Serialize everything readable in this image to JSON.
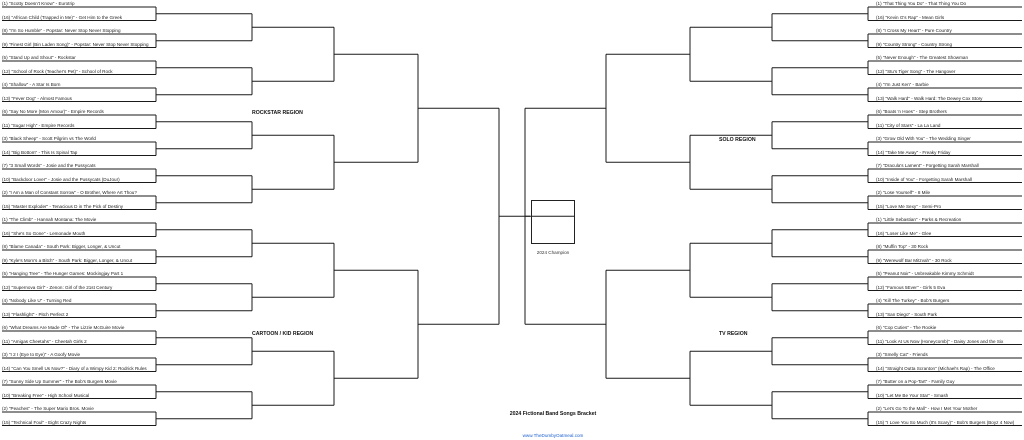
{
  "title": "2024 Fictional Band Songs Bracket",
  "website": "www.TheDumbyOatmeal.com",
  "champion_label": "2024 Champion",
  "regions": {
    "top_left": "ROCKSTAR REGION",
    "top_right": "SOLO REGION",
    "bottom_left": "CARTOON / KID REGION",
    "bottom_right": "TV REGION"
  },
  "left_teams": [
    "(1) \"Scotty Doesn't Know\" - Eurotrip",
    "(16) \"African Child (Trapped in Me)\" - Get Him to the Greek",
    "(8) \"I'm So Humble\" - Popstar: Never Stop Never Stopping",
    "(9) \"Finest Girl (Bin Laden Song)\" - Popstar: Never Stop Never Stopping",
    "(5) \"Stand Up and Shout\" - Rockstar",
    "(12) \"School of Rock (Teacher's Pet)\" - School of Rock",
    "(4) \"Shallow\" - A Star Is Born",
    "(13) \"Fever Dog\" - Almost Famous",
    "(6) \"Say No More (Mon Amour)\" - Empire Records",
    "(11) \"Sugar High\" - Empire Records",
    "(3) \"Black Sheep\" - Scott Pilgrim vs The World",
    "(14) \"Big Bottom\" - This Is Spinal Tap",
    "(7) \"3 Small Words\" - Josie and the Pussycats",
    "(10) \"Backdoor Lover\" - Josie and the Pussycats (DuJour)",
    "(2) \"I Am a Man of Constant Sorrow\" - O Brother, Where Art Thou?",
    "(15) \"Master Exploder\" - Tenacious D in The Pick of Destiny",
    "(1) \"The Climb\" - Hannah Montana: The Movie",
    "(16) \"She's So Gone\" - Lemonade Mouth",
    "(8) \"Blame Canada\" - South Park: Bigger, Longer, & Uncut",
    "(9) \"Kyle's Mom's a Bitch\" - South Park: Bigger, Longer, & Uncut",
    "(5) \"Hanging Tree\" - The Hunger Games: Mockingjay Part 1",
    "(12) \"Supernova Girl\" - Zenon: Girl of the 21st Century",
    "(4) \"Nobody Like U\" - Turning Red",
    "(13) \"Flashlight\" - Pitch Perfect 2",
    "(6) \"What Dreams Are Made Of\" - The Lizzie McGuire Movie",
    "(11) \"Amigas Cheetahs\" - Cheetah Girls 2",
    "(3) \"I 2 I (Eye to Eye)\" - A Goofy Movie",
    "(14) \"Can You Smell Us Now?\" - Diary of a Wimpy Kid 2: Rodrick Rules",
    "(7) \"Sunny Side Up Summer\" - The Bob's Burgers Movie",
    "(10) \"Breaking Free\" - High School Musical",
    "(2) \"Peaches\" - The Super Mario Bros. Movie",
    "(15) \"Technical Foul\" - Eight Crazy Nights"
  ],
  "right_teams": [
    "(1) \"That Thing You Do\" - That Thing You Do",
    "(16) \"Kevin G's Rap\" - Mean Girls",
    "(8) \"I Cross My Heart\" - Pure Country",
    "(9) \"Country Strong\" - Country Strong",
    "(5) \"Never Enough\" - The Greatest Showman",
    "(12) \"Stu's Tiger Song\" - The Hangover",
    "(4) \"I'm Just Ken\" - Barbie",
    "(13) \"Walk Hard\" - Walk Hard: The Dewey Cox Story",
    "(6) \"Boats 'n Hoes\" - Step Brothers",
    "(11) \"City of Stars\" - La La Land",
    "(3) \"Grow Old With You\" - The Wedding Singer",
    "(14) \"Take Me Away\" - Freaky Friday",
    "(7) \"Dracula's Lament\" - Forgetting Sarah Marshall",
    "(10) \"Inside of You\" - Forgetting Sarah Marshall",
    "(2) \"Lose Yourself\" - 8 Mile",
    "(15) \"Love Me Sexy\" - Semi-Pro",
    "(1) \"Little Sebastian\" - Parks & Recreation",
    "(16) \"Loser Like Me\" - Glee",
    "(8) \"Muffin Top\" - 30 Rock",
    "(9) \"Werewolf Bar Mitzvah\" - 30 Rock",
    "(5) \"Peanut Noir\" - Unbreakable Kimmy Schmidt",
    "(12) \"Famous 5Ever\" - Girls 5 Eva",
    "(4) \"Kill The Turkey\" - Bob's Burgers",
    "(13) \"San Diego\" - South Park",
    "(6) \"Cop Cuties\" - The Rookie",
    "(11) \"Look At Us Now (Honeycomb)\" - Daisy Jones and the Six",
    "(3) \"Smelly Cat\" - Friends",
    "(14) \"Straight Outta Scranton\" (Michael's Rap) - The Office",
    "(7) \"Butter on a Pop-Tart\" - Family Guy",
    "(10) \"Let Me Be Your Star\" - Smash",
    "(2) \"Let's Go To the Mall\" - How I Met Your Mother",
    "(15) \"I Love You So Much (It's Scary)\" - Bob's Burgers (Boyz 4 Now)"
  ]
}
